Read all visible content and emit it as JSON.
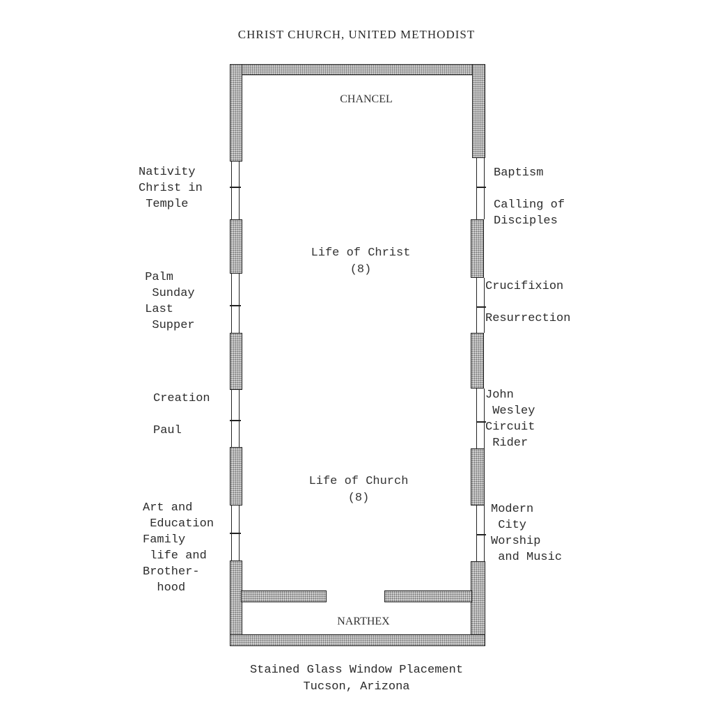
{
  "title": "CHRIST CHURCH, UNITED METHODIST",
  "rooms": {
    "chancel": "CHANCEL",
    "narthex": "NARTHEX"
  },
  "zones": {
    "life_of_christ": "Life of Christ\n(8)",
    "life_of_church": "Life of Church\n(8)"
  },
  "windows_left": [
    {
      "label": "Nativity\nChrist in\n Temple"
    },
    {
      "label": " Palm\n  Sunday\n Last\n  Supper"
    },
    {
      "label": "Creation\n\nPaul"
    },
    {
      "label": "Art and\n Education\nFamily\n life and\nBrother-\n  hood"
    }
  ],
  "windows_right": [
    {
      "label": "Baptism\n\nCalling of\nDisciples"
    },
    {
      "label": "Crucifixion\n\nResurrection"
    },
    {
      "label": "John\n Wesley\nCircuit\n Rider"
    },
    {
      "label": "Modern\n City\nWorship\n and Music"
    }
  ],
  "caption": {
    "line1": "Stained Glass Window Placement",
    "line2": "Tucson, Arizona"
  },
  "colors": {
    "wall_fill": "#d4d4d4",
    "line": "#1e1e1e",
    "background": "#ffffff"
  }
}
